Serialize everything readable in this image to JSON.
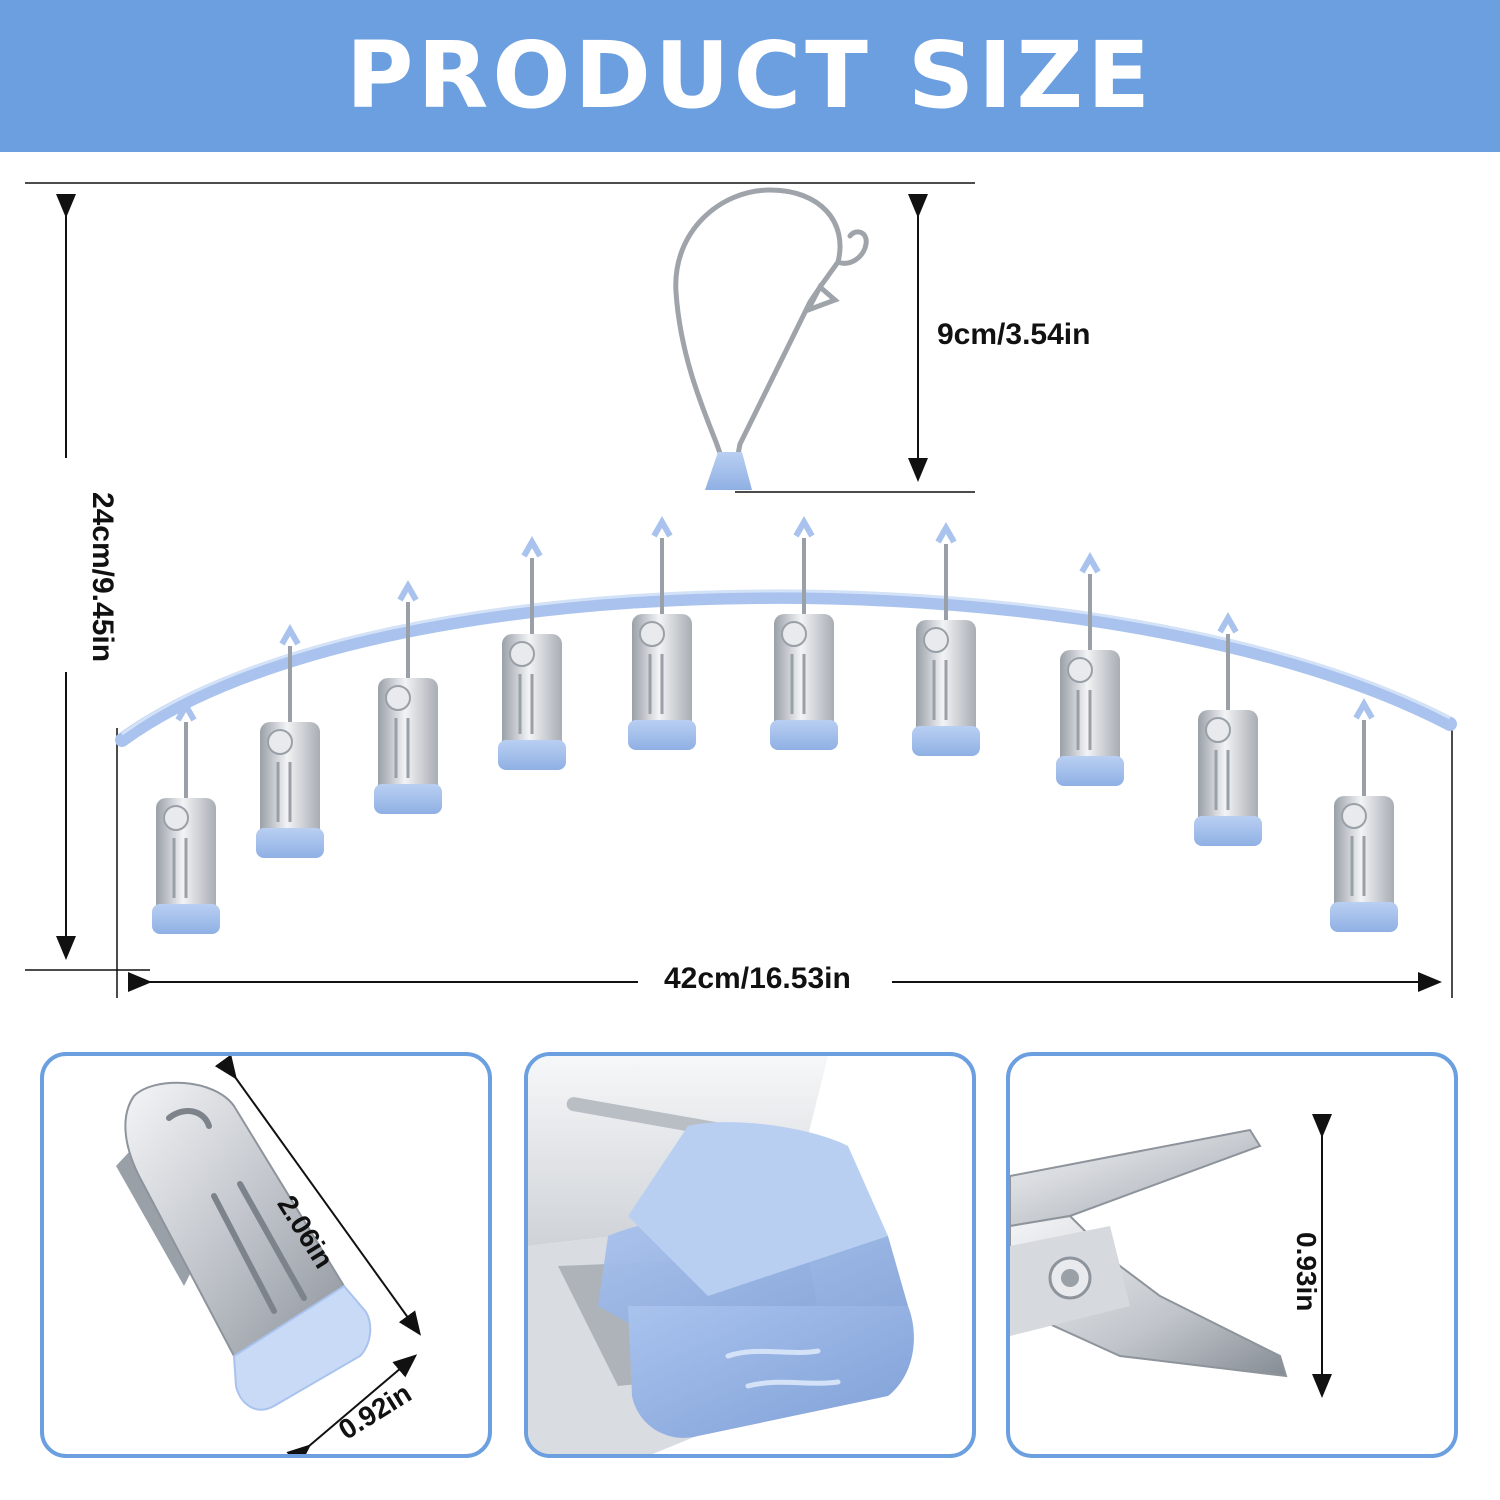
{
  "header": {
    "title": "PRODUCT SIZE",
    "background_color": "#6b9fe0",
    "text_color": "#ffffff"
  },
  "dimensions": {
    "hook_height": "9cm/3.54in",
    "total_height": "24cm/9.45in",
    "total_width": "42cm/16.53in"
  },
  "detail_panels": [
    {
      "name": "clip-size",
      "length": "2.06in",
      "width": "0.92in"
    },
    {
      "name": "clip-grip-closeup"
    },
    {
      "name": "clip-opening",
      "opening": "0.93in"
    }
  ],
  "colors": {
    "accent_blue": "#6b9fe0",
    "hanger_blue": "#a9c3ee",
    "metal": "#c9ccd2"
  },
  "clip_count": 10
}
